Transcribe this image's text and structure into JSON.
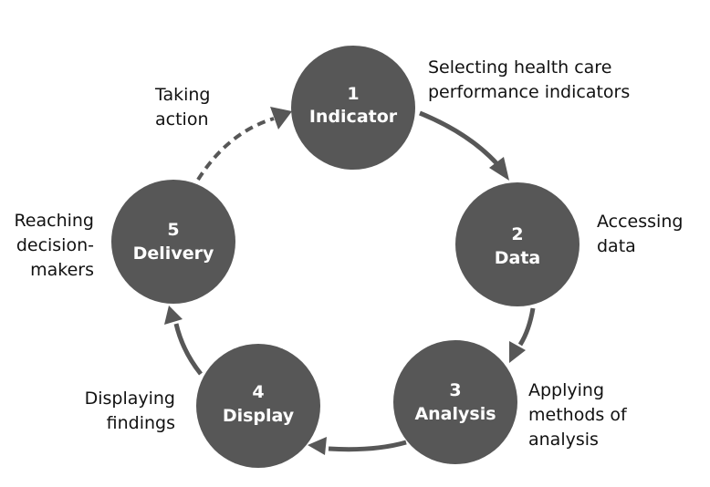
{
  "diagram": {
    "type": "cycle",
    "colors": {
      "node_fill": "#575757",
      "node_text": "#ffffff",
      "arrow": "#575757",
      "caption_text": "#111111",
      "background": "#ffffff"
    },
    "nodes": [
      {
        "number": "1",
        "title": "Indicator",
        "caption": [
          "Selecting health care",
          "performance indicators"
        ]
      },
      {
        "number": "2",
        "title": "Data",
        "caption": [
          "Accessing",
          "data"
        ]
      },
      {
        "number": "3",
        "title": "Analysis",
        "caption": [
          "Applying",
          "methods of",
          "analysis"
        ]
      },
      {
        "number": "4",
        "title": "Display",
        "caption": [
          "Displaying",
          "findings"
        ]
      },
      {
        "number": "5",
        "title": "Delivery",
        "caption": [
          "Reaching",
          "decision-",
          "makers"
        ]
      }
    ],
    "edges": [
      {
        "from": "1",
        "to": "2",
        "style": "solid"
      },
      {
        "from": "2",
        "to": "3",
        "style": "solid"
      },
      {
        "from": "3",
        "to": "4",
        "style": "solid"
      },
      {
        "from": "4",
        "to": "5",
        "style": "solid"
      },
      {
        "from": "5",
        "to": "1",
        "style": "dashed",
        "label": [
          "Taking",
          "action"
        ]
      }
    ]
  }
}
